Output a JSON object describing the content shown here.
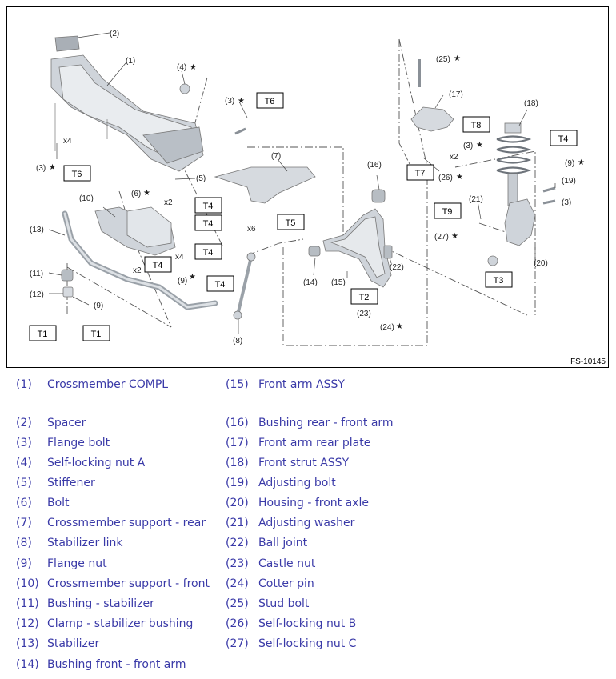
{
  "figure": {
    "id": "FS-10145",
    "star": "★",
    "callouts": {
      "c1": "(1)",
      "c2": "(2)",
      "c3a": "(3)",
      "c3b": "(3)",
      "c3c": "(3)",
      "c3d": "(3)",
      "c4": "(4)",
      "c5": "(5)",
      "c6": "(6)",
      "c7": "(7)",
      "c8": "(8)",
      "c9a": "(9)",
      "c9b": "(9)",
      "c9c": "(9)",
      "c10": "(10)",
      "c11": "(11)",
      "c12": "(12)",
      "c13": "(13)",
      "c14": "(14)",
      "c15": "(15)",
      "c16": "(16)",
      "c17": "(17)",
      "c18": "(18)",
      "c19": "(19)",
      "c20": "(20)",
      "c21": "(21)",
      "c22": "(22)",
      "c23": "(23)",
      "c24": "(24)",
      "c25": "(25)",
      "c26": "(26)",
      "c27": "(27)"
    },
    "multipliers": {
      "m1": "x4",
      "m2": "x2",
      "m3": "x6",
      "m4": "x4",
      "m5": "x2",
      "m6": "x2"
    },
    "torque_boxes": {
      "t6a": "T6",
      "t6b": "T6",
      "t4a": "T4",
      "t4b": "T4",
      "t4c": "T4",
      "t4d": "T4",
      "t4e": "T4",
      "t4f": "T4",
      "t5": "T5",
      "t1a": "T1",
      "t1b": "T1",
      "t2": "T2",
      "t7": "T7",
      "t8": "T8",
      "t9": "T9",
      "t3": "T3"
    }
  },
  "legend": [
    {
      "num": "(1)",
      "name": "Crossmember COMPL"
    },
    {
      "num": "(2)",
      "name": "Spacer"
    },
    {
      "num": "(3)",
      "name": "Flange bolt"
    },
    {
      "num": "(4)",
      "name": "Self-locking nut A"
    },
    {
      "num": "(5)",
      "name": "Stiffener"
    },
    {
      "num": "(6)",
      "name": "Bolt"
    },
    {
      "num": "(7)",
      "name": "Crossmember support - rear"
    },
    {
      "num": "(8)",
      "name": "Stabilizer link"
    },
    {
      "num": "(9)",
      "name": "Flange nut"
    },
    {
      "num": "(10)",
      "name": "Crossmember support - front"
    },
    {
      "num": "(11)",
      "name": "Bushing - stabilizer"
    },
    {
      "num": "(12)",
      "name": "Clamp - stabilizer bushing"
    },
    {
      "num": "(13)",
      "name": "Stabilizer"
    },
    {
      "num": "(14)",
      "name": "Bushing front - front arm"
    },
    {
      "num": "(15)",
      "name": "Front arm ASSY"
    },
    {
      "num": "(16)",
      "name": "Bushing rear - front arm"
    },
    {
      "num": "(17)",
      "name": "Front arm rear plate"
    },
    {
      "num": "(18)",
      "name": "Front strut ASSY"
    },
    {
      "num": "(19)",
      "name": "Adjusting bolt"
    },
    {
      "num": "(20)",
      "name": "Housing - front axle"
    },
    {
      "num": "(21)",
      "name": "Adjusting washer"
    },
    {
      "num": "(22)",
      "name": "Ball joint"
    },
    {
      "num": "(23)",
      "name": "Castle nut"
    },
    {
      "num": "(24)",
      "name": "Cotter pin"
    },
    {
      "num": "(25)",
      "name": "Stud bolt"
    },
    {
      "num": "(26)",
      "name": "Self-locking nut B"
    },
    {
      "num": "(27)",
      "name": "Self-locking nut C"
    }
  ]
}
